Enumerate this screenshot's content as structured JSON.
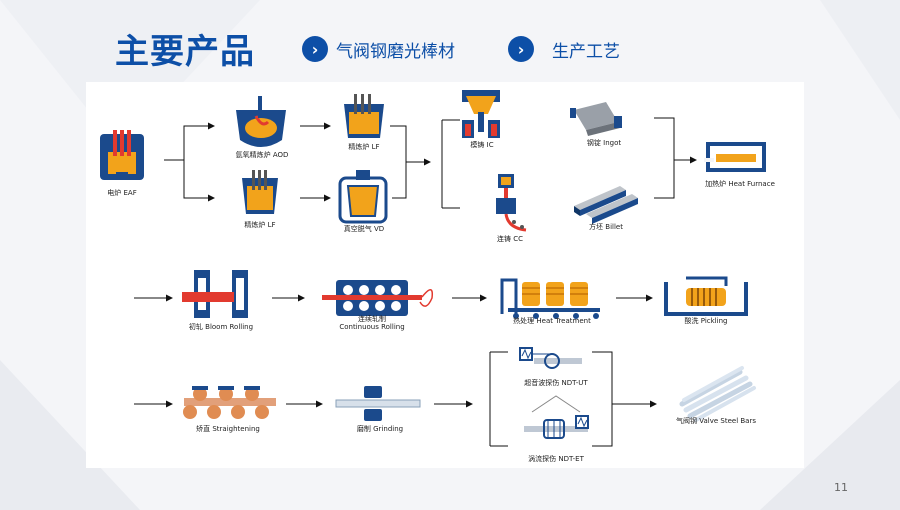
{
  "header": {
    "title": "主要产品",
    "nav": [
      {
        "icon": "chevron-right-icon",
        "label": "气阀钢磨光棒材"
      },
      {
        "icon": "chevron-right-icon",
        "label": "生产工艺"
      }
    ]
  },
  "diagram": {
    "row1": {
      "eaf": "电炉 EAF",
      "aod": "氩氧精炼炉 AOD",
      "lf1": "精炼炉 LF",
      "lf2": "精炼炉 LF",
      "vd": "真空脱气 VD",
      "ic": "模铸 IC",
      "cc": "连铸 CC",
      "ingot": "钢锭 Ingot",
      "billet": "方坯 Billet",
      "furnace": "加热炉 Heat Furnace"
    },
    "row2": {
      "bloom": "初轧 Bloom Rolling",
      "cont1": "连续轧制",
      "cont2": "Continuous Rolling",
      "heat": "热处理 Heat Treatment",
      "pickling": "酸洗 Pickling"
    },
    "row3": {
      "straight": "矫直 Straightening",
      "grinding": "磨制 Grinding",
      "ut": "超音波探伤 NDT-UT",
      "et": "涡流探伤 NDT-ET",
      "bars": "气阀钢 Valve Steel Bars"
    }
  },
  "colors": {
    "brand": "#0d4fa7",
    "accent": "#f2a31b",
    "steel": "#1b4a8c",
    "hot": "#e23a2f"
  },
  "page_number": "11"
}
